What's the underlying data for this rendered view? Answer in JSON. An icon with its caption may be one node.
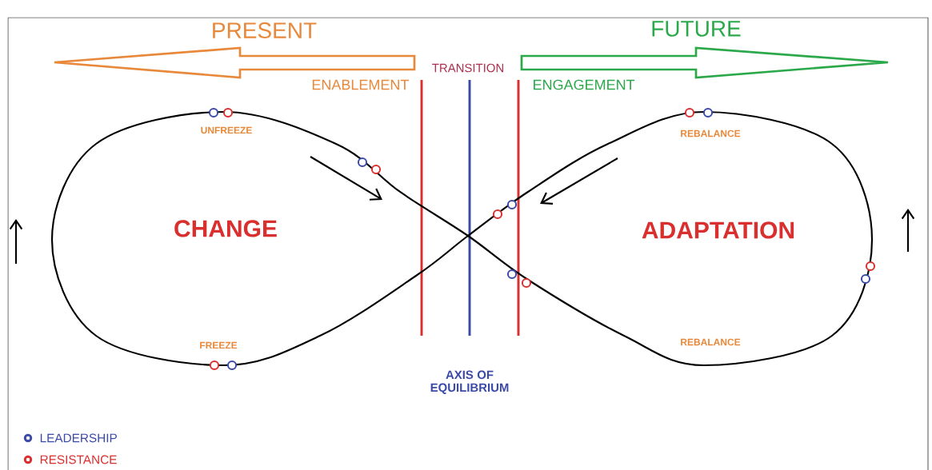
{
  "diagram": {
    "labels": [
      "PRESENT",
      "FUTURE",
      "TRANSITION",
      "ENABLEMENT",
      "ENGAGEMENT",
      "UNFREEZE",
      "REBALANCE",
      "CHANGE",
      "ADAPTATION",
      "FREEZE",
      "REBALANCE",
      "AXIS OF EQUILIBRIUM"
    ],
    "legend": [
      {
        "text": "LEADERSHIP",
        "color": "#3b4aa8"
      },
      {
        "text": "RESISTANCE",
        "color": "#d9302f"
      }
    ]
  }
}
